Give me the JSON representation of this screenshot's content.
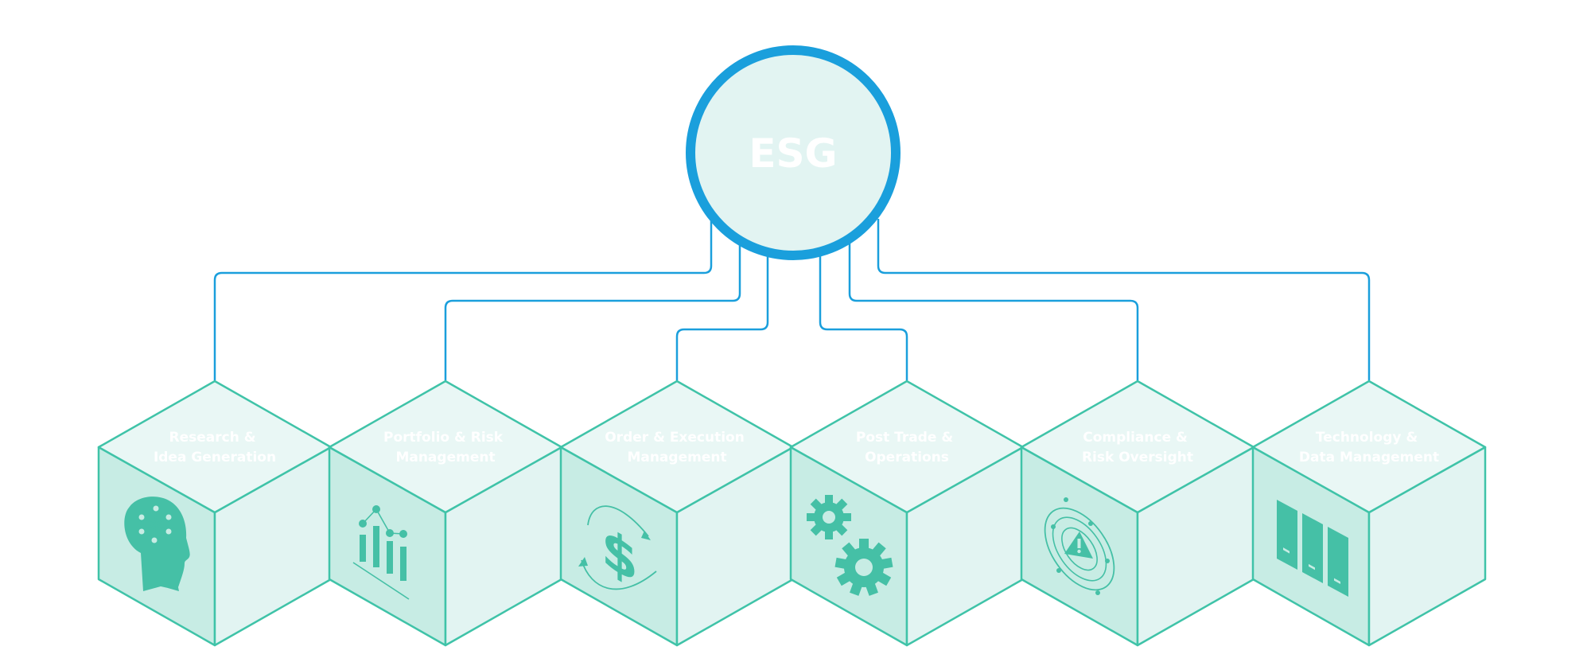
{
  "colors": {
    "hub_ring": "#1a9fdc",
    "hub_fill": "#e2f4f2",
    "connector": "#1a9fdc",
    "cube_edge": "#3fc3a8",
    "cube_top": "#e9f7f5",
    "cube_left": "#c7ece4",
    "cube_right": "#e2f4f2",
    "icon": "#45c0a6",
    "label_text": "#ffffff"
  },
  "hub": {
    "label": "ESG"
  },
  "cubes": [
    {
      "line1": "Research &",
      "line2": "Idea Generation",
      "icon": "brain-head-icon"
    },
    {
      "line1": "Portfolio & Risk",
      "line2": "Management",
      "icon": "bar-chart-icon"
    },
    {
      "line1": "Order & Execution",
      "line2": "Management",
      "icon": "dollar-cycle-icon"
    },
    {
      "line1": "Post Trade &",
      "line2": "Operations",
      "icon": "gears-icon"
    },
    {
      "line1": "Compliance &",
      "line2": "Risk Oversight",
      "icon": "alert-orbit-icon"
    },
    {
      "line1": "Technology &",
      "line2": "Data Management",
      "icon": "server-racks-icon"
    }
  ]
}
